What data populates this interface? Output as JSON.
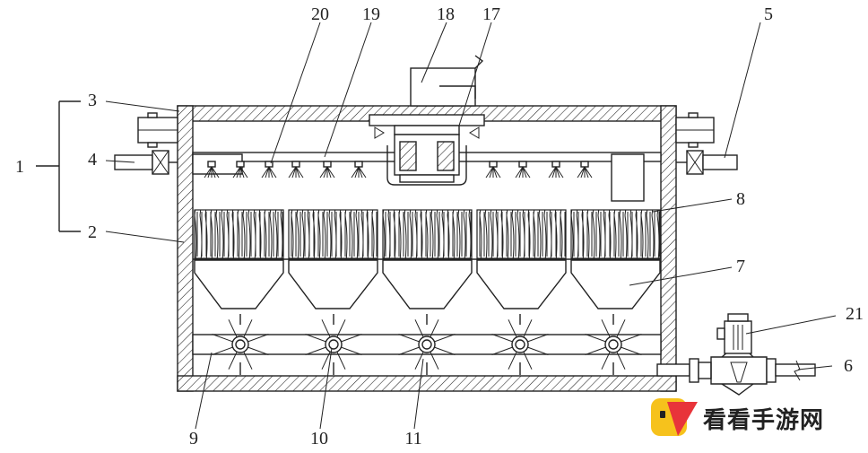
{
  "callouts": {
    "n1": "1",
    "n2": "2",
    "n3": "3",
    "n4": "4",
    "n5": "5",
    "n6": "6",
    "n7": "7",
    "n8": "8",
    "n9": "9",
    "n10": "10",
    "n11": "11",
    "n17": "17",
    "n18": "18",
    "n19": "19",
    "n20": "20",
    "n21": "21"
  },
  "watermark": {
    "text": "看看手游网"
  },
  "colors": {
    "line": "#222222",
    "logo_red": "#e8343a",
    "logo_yellow": "#f6c21c"
  }
}
